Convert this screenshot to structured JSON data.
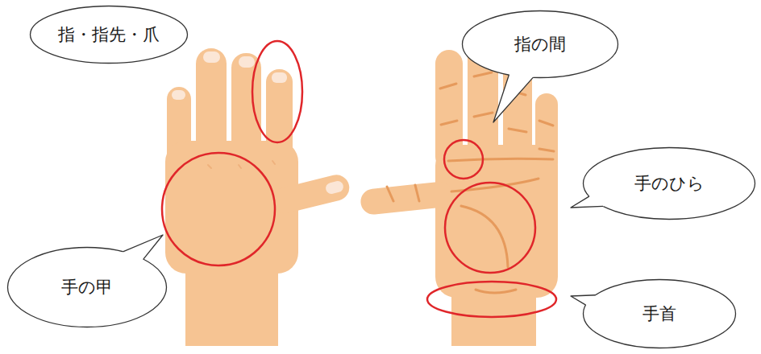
{
  "diagram": {
    "nodes": [
      {
        "text": [
          "指・指先・爪"
        ]
      },
      {
        "text": [
          "指の間"
        ]
      },
      {
        "text": [
          "手のひら"
        ]
      },
      {
        "text": [
          "手の甲"
        ]
      },
      {
        "text": [
          "手首"
        ]
      }
    ]
  }
}
